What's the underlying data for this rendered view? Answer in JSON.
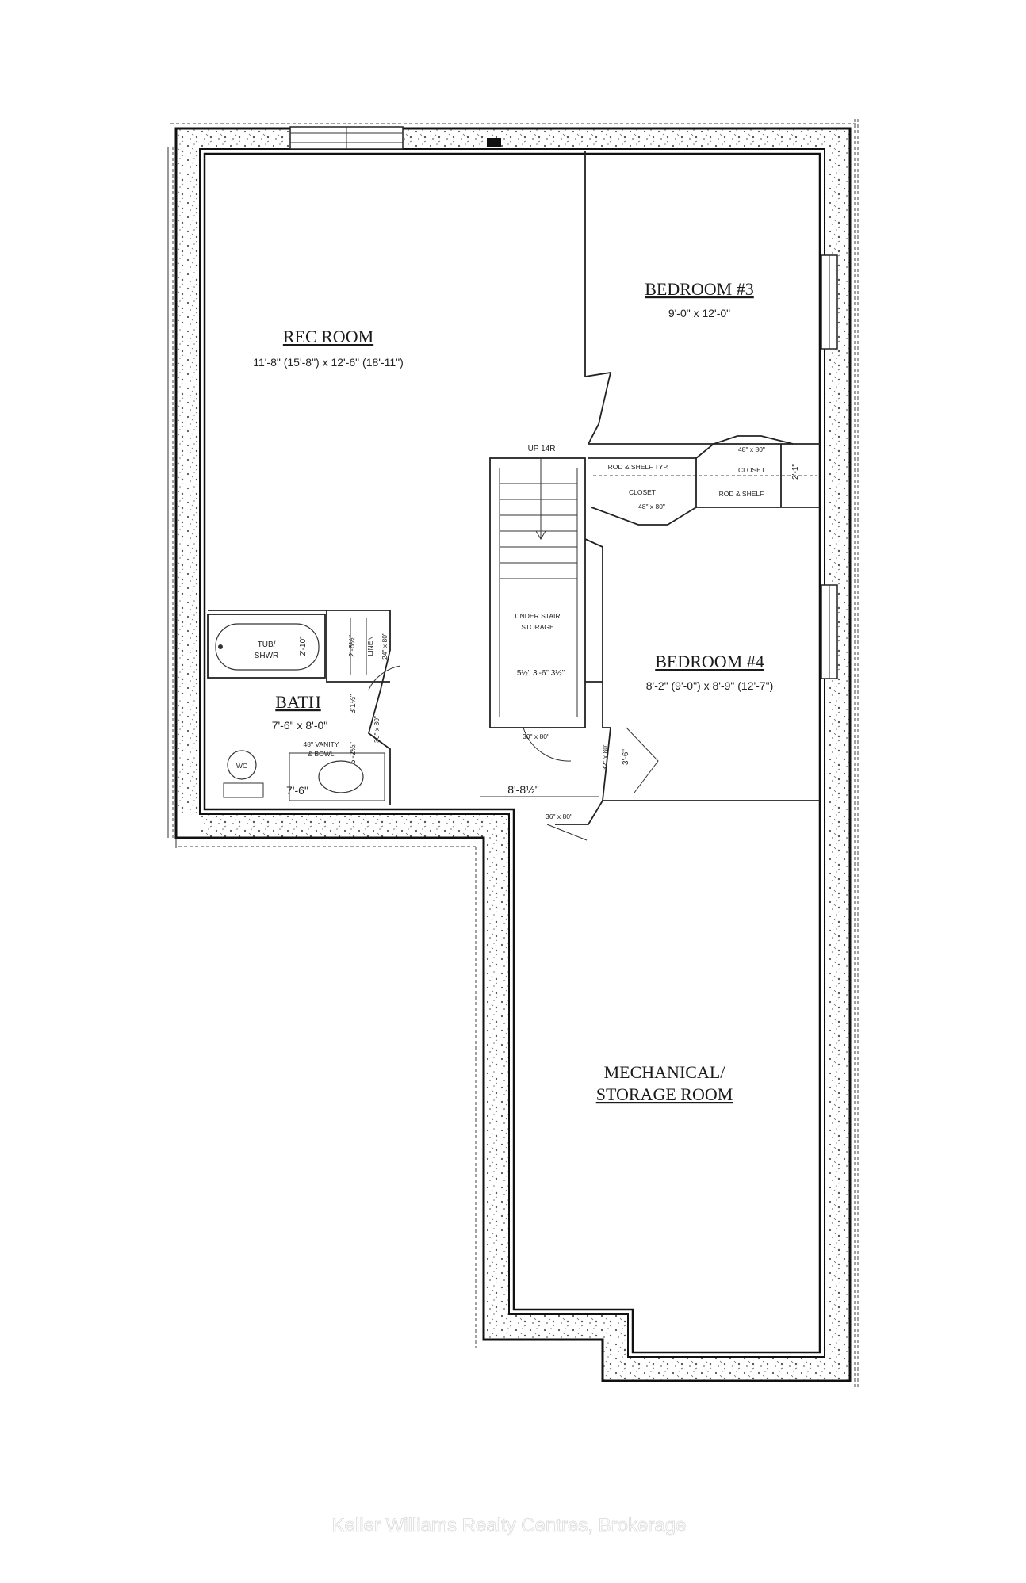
{
  "rooms": {
    "rec_room": {
      "name": "REC ROOM",
      "dims": "11'-8\" (15'-8\") x 12'-6\" (18'-11\")"
    },
    "bedroom3": {
      "name": "BEDROOM #3",
      "dims": "9'-0\" x 12'-0\""
    },
    "bedroom4": {
      "name": "BEDROOM #4",
      "dims": "8'-2\" (9'-0\") x 8'-9\" (12'-7\")"
    },
    "bath": {
      "name": "BATH",
      "dims": "7'-6\" x 8'-0\""
    },
    "mechanical": {
      "line1": "MECHANICAL/",
      "line2": "STORAGE ROOM"
    }
  },
  "labels": {
    "tub": "TUB/",
    "shwr": "SHWR",
    "tub_dim": "2'-10\"",
    "linen_dim": "2'-6½\"",
    "linen": "LINEN",
    "linen_door": "24\" x 80\"",
    "bath_dim_a": "3'1½\"",
    "bath_dim_b": "5'-2½\"",
    "bath_door": "30\" x 80\"",
    "vanity_1": "48\" VANITY",
    "vanity_2": "& BOWL",
    "wc": "WC",
    "bath_width": "7'-6\"",
    "stair_up": "UP  14R",
    "under_stair_1": "UNDER STAIR",
    "under_stair_2": "STORAGE",
    "stair_dims": "5½\"  3'-6\"  3½\"",
    "stair_door": "30\" x 80\"",
    "rod_shelf_1": "ROD & SHELF TYP.",
    "closet_1": "CLOSET",
    "closet_1_door": "48\" x 80\"",
    "closet_2_door": "48\" x 80\"",
    "closet_2": "CLOSET",
    "rod_shelf_2": "ROD & SHELF",
    "closet_2_dim": "2'-1\"",
    "bed4_door": "32\" x 80\"",
    "bed4_door_dim": "3'-6\"",
    "hall_dim": "8'-8½\"",
    "mech_door": "36\" x 80\""
  },
  "watermark": "Keller Williams Realty Centres, Brokerage"
}
